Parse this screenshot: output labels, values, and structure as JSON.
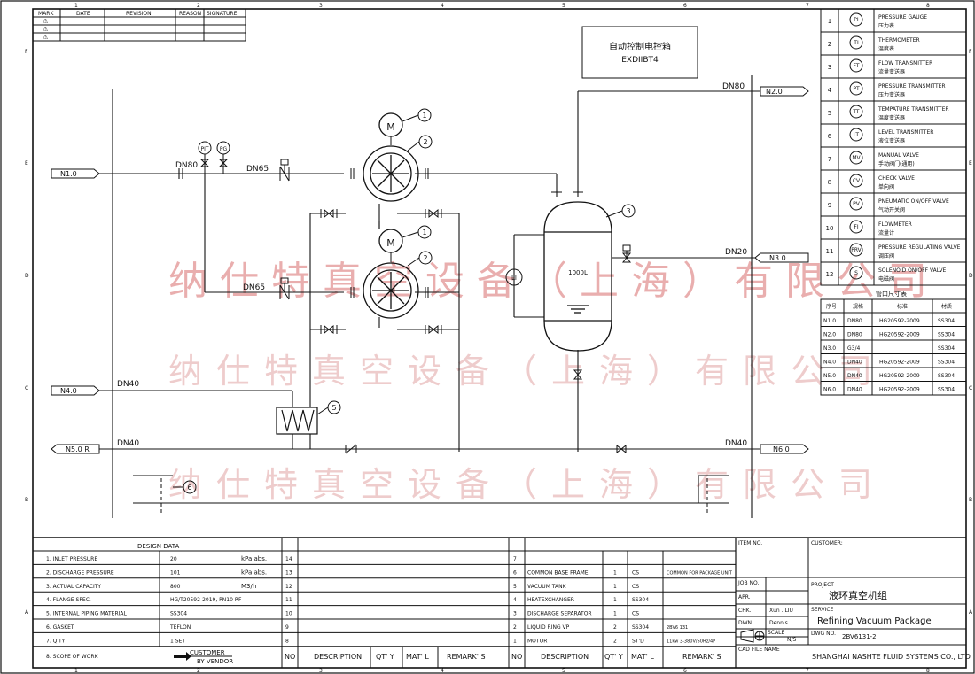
{
  "grid": {
    "columns": [
      "1",
      "2",
      "3",
      "4",
      "5",
      "6",
      "7",
      "8"
    ],
    "rows": [
      "F",
      "E",
      "D",
      "C",
      "B",
      "A"
    ]
  },
  "revision_block": {
    "headers": [
      "MARK",
      "DATE",
      "REVISION",
      "REASON",
      "SIGNATURE"
    ],
    "marks": [
      "⚠",
      "⚠",
      "⚠"
    ]
  },
  "control_box": {
    "line1": "自动控制电控箱",
    "line2": "EXDIIBT4"
  },
  "pipe_labels": {
    "dn80_left": "DN80",
    "dn65_top": "DN65",
    "dn65_mid": "DN65",
    "dn80_top": "DN80",
    "dn20": "DN20",
    "dn40_upper": "DN40",
    "dn40_lower": "DN40",
    "dn40_right": "DN40"
  },
  "nozzles": {
    "n1": "N1.0",
    "n2": "N2.0",
    "n3": "N3.0",
    "n4": "N4.0",
    "n5": "N5.0  R",
    "n6": "N6.0"
  },
  "instruments": {
    "pit": "PIT",
    "pg": "PG",
    "li": "LI",
    "m1": "M",
    "m2": "M",
    "tank_volume": "1000L"
  },
  "balloons": [
    "1",
    "2",
    "1",
    "2",
    "3",
    "5",
    "6"
  ],
  "watermark": "纳仕特真空设备（上海）有限公司",
  "legend": [
    {
      "no": "1",
      "sym": "PI",
      "en": "PRESSURE GAUGE",
      "cn": "压力表"
    },
    {
      "no": "2",
      "sym": "TI",
      "en": "THERMOMETER",
      "cn": "温度表"
    },
    {
      "no": "3",
      "sym": "FT",
      "en": "FLOW TRANSMITTER",
      "cn": "流量变送器"
    },
    {
      "no": "4",
      "sym": "PT",
      "en": "PRESSURE TRANSMITTER",
      "cn": "压力变送器"
    },
    {
      "no": "5",
      "sym": "TT",
      "en": "TEMPATURE TRANSMITTER",
      "cn": "温度变送器"
    },
    {
      "no": "6",
      "sym": "LT",
      "en": "LEVEL TRANSMITTER",
      "cn": "液位变送器"
    },
    {
      "no": "7",
      "sym": "MV",
      "en": "MANUAL VALVE",
      "cn": "手动阀门(通用)"
    },
    {
      "no": "8",
      "sym": "CV",
      "en": "CHECK VALVE",
      "cn": "单向阀"
    },
    {
      "no": "9",
      "sym": "PV",
      "en": "PNEUMATIC ON/OFF VALVE",
      "cn": "气动开关阀"
    },
    {
      "no": "10",
      "sym": "FI",
      "en": "FLOWMETER",
      "cn": "流量计"
    },
    {
      "no": "11",
      "sym": "PRV",
      "en": "PRESSURE REGULATING VALVE",
      "cn": "调压阀"
    },
    {
      "no": "12",
      "sym": "S",
      "en": "SOLENOID ON/OFF VALVE",
      "cn": "电磁阀"
    }
  ],
  "nozzle_table": {
    "title": "管口尺寸表",
    "headers": [
      "序号",
      "规格",
      "标准",
      "材质"
    ],
    "rows": [
      [
        "N1.0",
        "DN80",
        "HG20592-2009",
        "SS304"
      ],
      [
        "N2.0",
        "DN80",
        "HG20592-2009",
        "SS304"
      ],
      [
        "N3.0",
        "G3/4",
        "",
        "SS304"
      ],
      [
        "N4.0",
        "DN40",
        "HG20592-2009",
        "SS304"
      ],
      [
        "N5.0",
        "DN40",
        "HG20592-2009",
        "SS304"
      ],
      [
        "N6.0",
        "DN40",
        "HG20592-2009",
        "SS304"
      ]
    ]
  },
  "design_data": {
    "title": "DESIGN DATA",
    "rows": [
      {
        "label": "1. INLET PRESSURE",
        "value": "20",
        "unit": "kPa abs."
      },
      {
        "label": "2. DISCHARGE PRESSURE",
        "value": "101",
        "unit": "kPa abs."
      },
      {
        "label": "3. ACTUAL CAPACITY",
        "value": "800",
        "unit": "M3/h"
      },
      {
        "label": "4. FLANGE SPEC.",
        "value": "HG/T20592-2019, PN10 RF",
        "unit": ""
      },
      {
        "label": "5. INTERNAL PIPING MATERIAL",
        "value": "SS304",
        "unit": ""
      },
      {
        "label": "6. GASKET",
        "value": "TEFLON",
        "unit": ""
      },
      {
        "label": "7. Q'TY",
        "value": "1  SET",
        "unit": ""
      },
      {
        "label": "8. SCOPE OF WORK",
        "value": "",
        "unit": ""
      }
    ],
    "scope_customer": "CUSTOMER",
    "scope_vendor": "BY VENDOR"
  },
  "bom_left": {
    "numbers": [
      "14",
      "13",
      "12",
      "11",
      "10",
      "9",
      "8"
    ],
    "headers": [
      "NO",
      "DESCRIPTION",
      "QT' Y",
      "MAT' L",
      "REMARK' S"
    ]
  },
  "bom_right": {
    "rows": [
      {
        "no": "7",
        "desc": "",
        "qty": "",
        "mat": "",
        "rem": ""
      },
      {
        "no": "6",
        "desc": "COMMON BASE FRAME",
        "qty": "1",
        "mat": "CS",
        "rem": "COMMON FOR PACKAGE UNIT"
      },
      {
        "no": "5",
        "desc": "VACUUM TANK",
        "qty": "1",
        "mat": "CS",
        "rem": ""
      },
      {
        "no": "4",
        "desc": "HEATEXCHANGER",
        "qty": "1",
        "mat": "SS304",
        "rem": ""
      },
      {
        "no": "3",
        "desc": "DISCHARGE SEPARATOR",
        "qty": "1",
        "mat": "CS",
        "rem": ""
      },
      {
        "no": "2",
        "desc": "LIQUID RING VP",
        "qty": "2",
        "mat": "SS304",
        "rem": "2BV6 131"
      },
      {
        "no": "1",
        "desc": "MOTOR",
        "qty": "2",
        "mat": "ST'D",
        "rem": "11kw 3-380V/50Hz/4P"
      }
    ],
    "headers": [
      "NO",
      "DESCRIPTION",
      "QT' Y",
      "MAT' L",
      "REMARK' S"
    ]
  },
  "title_block": {
    "item_no": "ITEM NO.",
    "customer": "CUSTOMER:",
    "job_no": "JOB NO.",
    "project_label": "PROJECT",
    "project": "液环真空机组",
    "apr": "APR.",
    "chk": "CHK.",
    "chk_name": "Xun . LIU",
    "service_label": "SERVICE",
    "service": "Refining  Vacuum  Package",
    "dwn": "DWN.",
    "dwn_name": "Dennis",
    "dwg_label": "DWG NO.",
    "dwg_no": "2BV6131-2",
    "scale_label": "SCALE",
    "scale": "N/S",
    "cad_label": "CAD FILE NAME",
    "company": "SHANGHAI NASHTE FLUID SYSTEMS CO., LTD"
  }
}
